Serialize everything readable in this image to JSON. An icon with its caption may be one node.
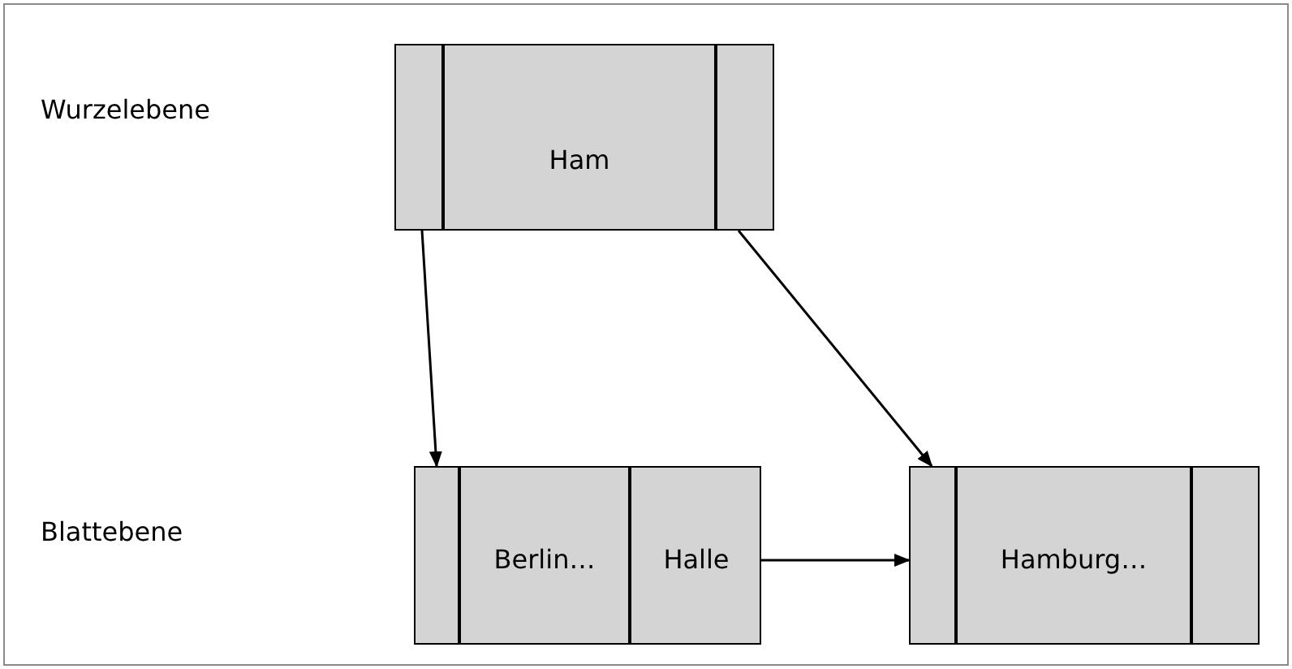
{
  "diagram": {
    "nodes": [
      {
        "text": [
          "Ham"
        ]
      },
      {
        "text": [
          "Berlin…",
          "Halle"
        ]
      },
      {
        "text": [
          "Hamburg…"
        ]
      }
    ],
    "edges": [
      {
        "from": 0,
        "to": 1,
        "arrow": "to"
      },
      {
        "from": 0,
        "to": 2,
        "arrow": "to"
      },
      {
        "from": 1,
        "to": 2,
        "arrow": "to"
      }
    ],
    "labels": [
      "Wurzelebene",
      "Blattebene"
    ]
  }
}
